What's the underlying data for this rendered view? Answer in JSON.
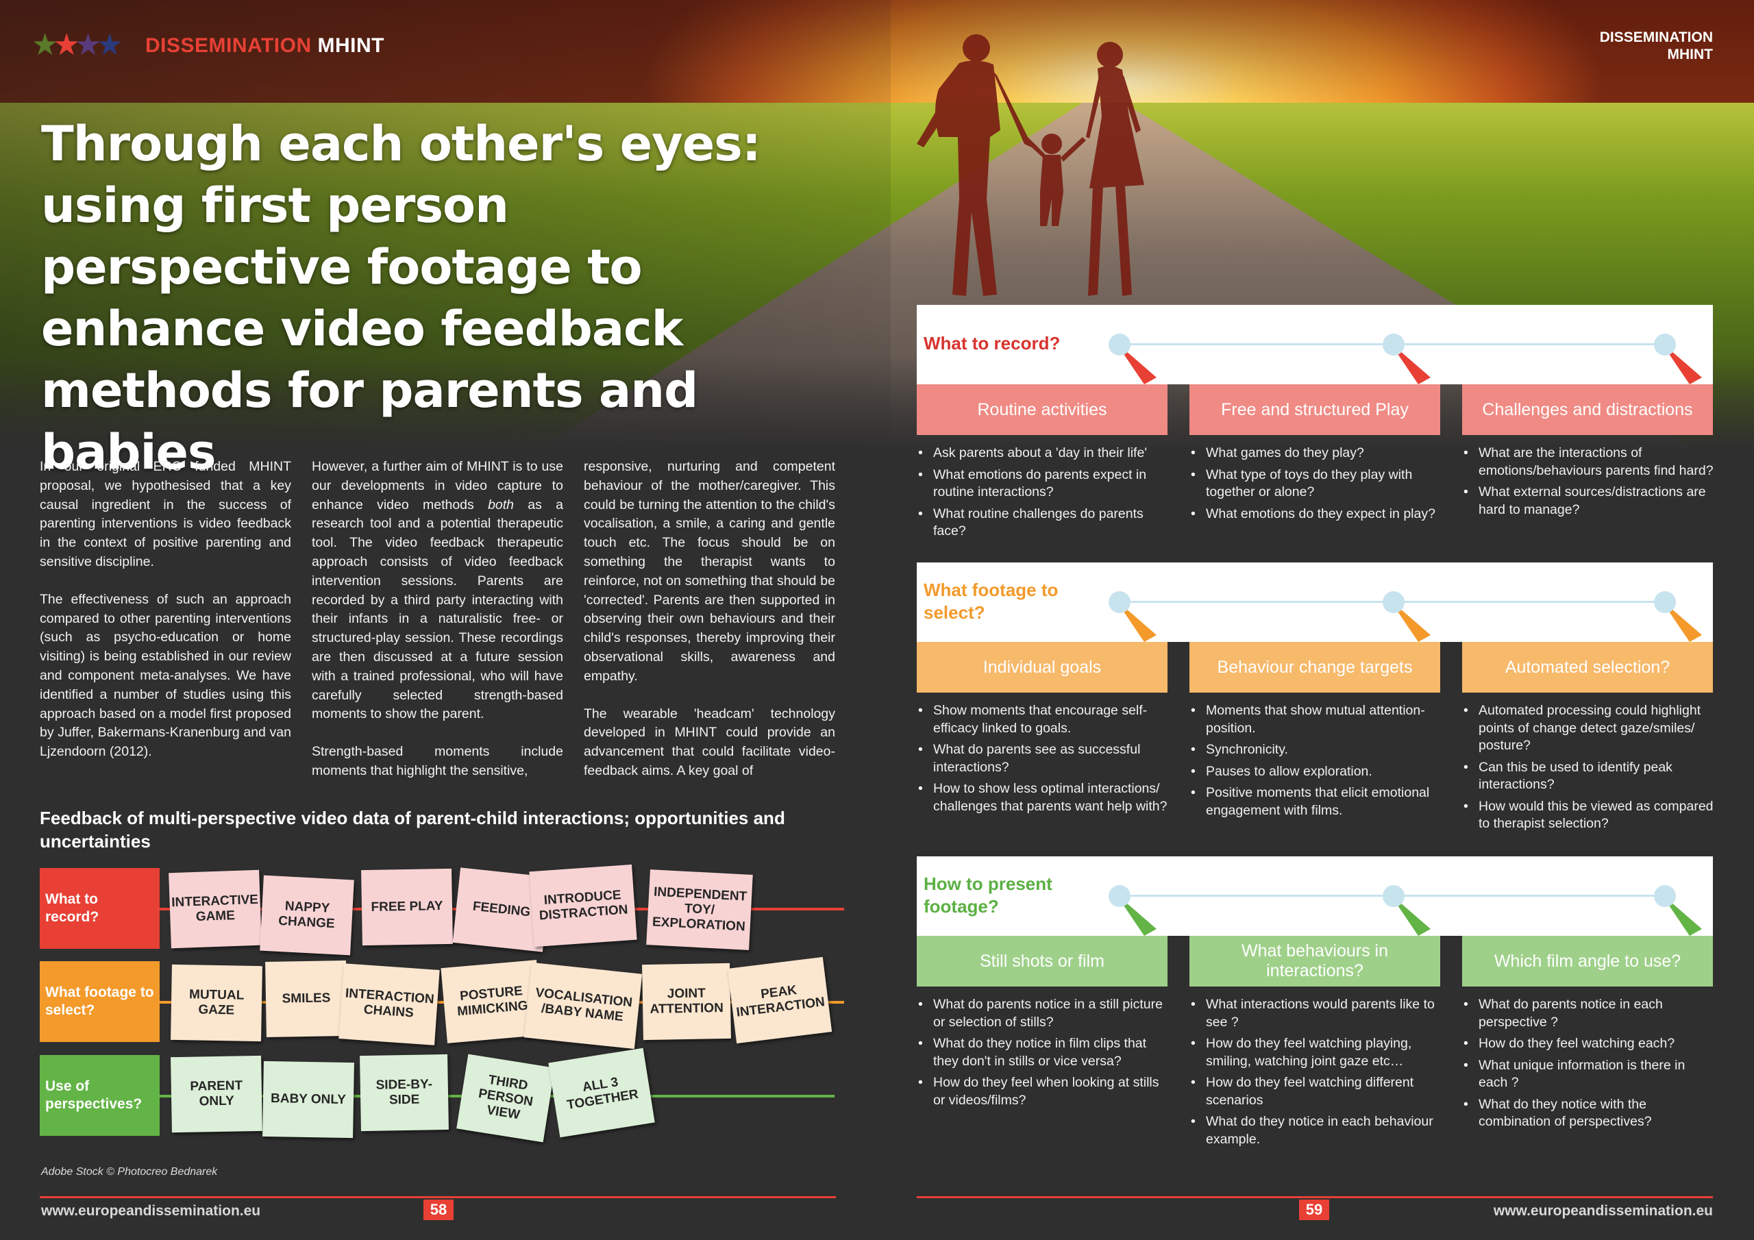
{
  "header": {
    "brand_a": "DISSEMINATION",
    "brand_b": "MHINT",
    "right_line1": "DISSEMINATION",
    "right_line2": "MHINT"
  },
  "title": "Through each other's eyes: using first person perspective footage to enhance video feedback methods for parents and babies",
  "columns": {
    "col1": [
      "In our original ERC funded MHINT proposal, we hypothesised that a key causal ingredient in the success of parenting interventions is video feedback in the context of positive parenting and sensitive discipline.",
      "The effectiveness of such an approach compared to other parenting interventions (such as psycho-education or home visiting) is being established in our review and component meta-analyses. We have identified a number of studies using this approach based on a model first proposed by Juffer, Bakermans-Kranenburg and van Ljzendoorn (2012)."
    ],
    "col2_a1": "However, a further aim of MHINT is to use our developments in video capture to enhance video methods ",
    "col2_a_em": "both",
    "col2_a2": " as a research tool and a potential therapeutic tool. The video feedback therapeutic approach consists of video feedback intervention sessions. Parents are recorded by a third party interacting with their infants in a naturalistic free- or structured-play session. These recordings are then discussed at a future session with a trained professional, who will have carefully selected strength-based moments to show the parent.",
    "col2_b": "Strength-based moments include moments that highlight the sensitive,",
    "col3": [
      "responsive, nurturing and competent behaviour of the mother/caregiver. This could be turning the attention to the child's vocalisation, a smile, a caring and gentle touch etc. The focus should be on something the therapist wants to reinforce, not on something that should be 'corrected'. Parents are then supported in observing their own behaviours and their child's responses, thereby improving their observational skills, awareness and empathy.",
      "The wearable 'headcam' technology developed in MHINT could provide an advancement that could facilitate video-feedback aims. A key goal of"
    ]
  },
  "feedback": {
    "title": "Feedback of multi-perspective video data of parent-child interactions; opportunities and uncertainties",
    "rows": [
      {
        "label": "What to record?",
        "color": "#e84035",
        "cards": [
          "INTERACTIVE GAME",
          "NAPPY CHANGE",
          "FREE PLAY",
          "FEEDING",
          "INTRODUCE DISTRACTION",
          "INDEPENDENT TOY/ EXPLORATION"
        ]
      },
      {
        "label": "What footage to select?",
        "color": "#f39a2b",
        "cards": [
          "MUTUAL GAZE",
          "SMILES",
          "INTERACTION CHAINS",
          "POSTURE MIMICKING",
          "VOCALISATION /BABY NAME",
          "JOINT ATTENTION",
          "PEAK INTERACTION"
        ]
      },
      {
        "label": "Use of perspectives?",
        "color": "#63b446",
        "cards": [
          "PARENT ONLY",
          "BABY ONLY",
          "SIDE-BY-SIDE",
          "THIRD PERSON VIEW",
          "ALL 3 TOGETHER"
        ]
      }
    ],
    "credit": "Adobe Stock © Photocreo Bednarek"
  },
  "footer": {
    "url_left": "www.europeandissemination.eu",
    "page_left": "58",
    "page_right": "59",
    "url_right": "www.europeandissemination.eu"
  },
  "panels": [
    {
      "title": "What to record?",
      "color": "#d8342e",
      "box_color": "#f08a84",
      "line_color": "#e84035",
      "boxes": [
        "Routine activities",
        "Free and structured Play",
        "Challenges and distractions"
      ],
      "bullets": [
        [
          "Ask parents about a 'day in their life'",
          "What emotions do parents expect in routine interactions?",
          "What routine challenges do parents face?"
        ],
        [
          "What games do they play?",
          "What type of toys do they play with together or alone?",
          "What emotions do they expect in play?"
        ],
        [
          "What are the interactions of emotions/behaviours parents find hard?",
          "What external sources/distractions are hard to manage?"
        ]
      ]
    },
    {
      "title": "What footage to select?",
      "color": "#f39a2b",
      "box_color": "#f7b96a",
      "line_color": "#f39a2b",
      "boxes": [
        "Individual goals",
        "Behaviour change targets",
        "Automated selection?"
      ],
      "bullets": [
        [
          "Show moments that encourage self-efficacy linked to goals.",
          "What do parents see as successful interactions?",
          "How to show less optimal interactions/ challenges that parents want help with?"
        ],
        [
          "Moments that show mutual attention-position.",
          "Synchronicity.",
          "Pauses to allow exploration.",
          "Positive moments that elicit emotional engagement with films."
        ],
        [
          "Automated processing could highlight points of change detect gaze/smiles/ posture?",
          "Can this be used to identify peak interactions?",
          "How would this be viewed as compared to therapist selection?"
        ]
      ]
    },
    {
      "title": "How to present footage?",
      "color": "#5bb043",
      "box_color": "#9fd08a",
      "line_color": "#63b446",
      "boxes": [
        "Still shots or film",
        "What behaviours in interactions?",
        "Which film angle to use?"
      ],
      "bullets": [
        [
          "What do parents notice in a still picture or selection of stills?",
          "What do they notice in film clips that they don't in stills or vice versa?",
          "How do they feel when looking at stills or videos/films?"
        ],
        [
          "What interactions would parents like to see ?",
          "How do they feel watching playing, smiling, watching joint gaze etc…",
          "How do they feel watching different scenarios",
          "What do they notice in each behaviour example."
        ],
        [
          "What do parents notice in each perspective ?",
          "How do they feel watching each?",
          "What unique information is there in each ?",
          "What do they notice with the combination of perspectives?"
        ]
      ]
    }
  ],
  "icons": {
    "logo": "stars-logo-icon",
    "family": "family-silhouette-icon"
  }
}
